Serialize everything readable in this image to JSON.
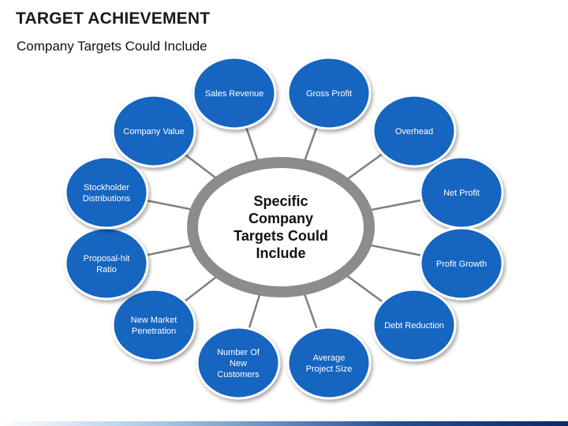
{
  "header": {
    "title": "TARGET ACHIEVEMENT",
    "subtitle": "Company Targets Could Include"
  },
  "center": {
    "lines": [
      "Specific",
      "Company",
      "Targets Could",
      "Include"
    ]
  },
  "nodes": [
    {
      "id": "sales-revenue",
      "lines": [
        "Sales Revenue"
      ]
    },
    {
      "id": "gross-profit",
      "lines": [
        "Gross Profit"
      ]
    },
    {
      "id": "overhead",
      "lines": [
        "Overhead"
      ]
    },
    {
      "id": "net-profit",
      "lines": [
        "Net Profit"
      ]
    },
    {
      "id": "profit-growth",
      "lines": [
        "Profit Growth"
      ]
    },
    {
      "id": "debt-reduction",
      "lines": [
        "Debt Reduction"
      ]
    },
    {
      "id": "average-project-size",
      "lines": [
        "Average",
        "Project Size"
      ]
    },
    {
      "id": "number-of-new-customers",
      "lines": [
        "Number Of",
        "New",
        "Customers"
      ]
    },
    {
      "id": "new-market-penetration",
      "lines": [
        "New Market",
        "Penetration"
      ]
    },
    {
      "id": "proposal-hit-ratio",
      "lines": [
        "Proposal-hit",
        "Ratio"
      ]
    },
    {
      "id": "stockholder-distributions",
      "lines": [
        "Stockholder",
        "Distributions"
      ]
    },
    {
      "id": "company-value",
      "lines": [
        "Company Value"
      ]
    }
  ],
  "colors": {
    "node_fill": "#1565c0",
    "node_stroke": "#ffffff",
    "connector": "#7f7f7f",
    "center_ring": "#8c8c8c",
    "center_fill": "#ffffff"
  }
}
